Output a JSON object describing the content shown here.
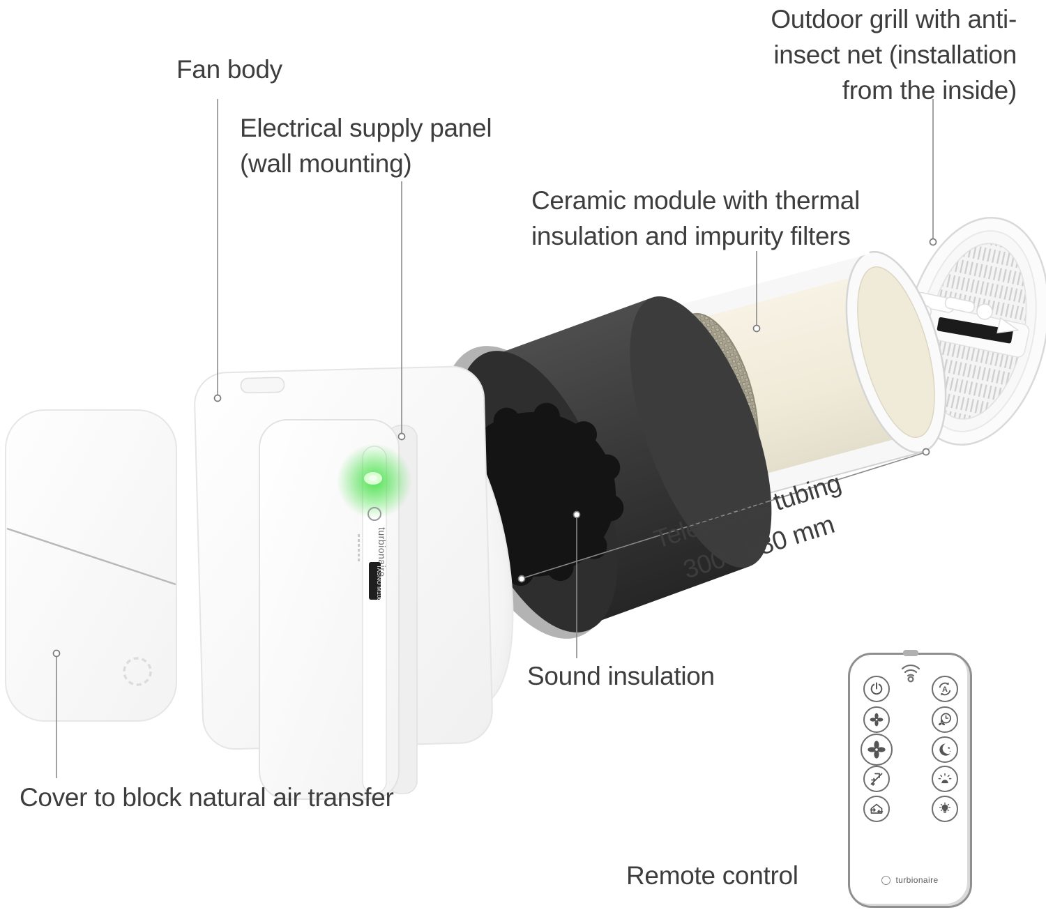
{
  "labels": {
    "outdoor_grill": "Outdoor grill with anti-insect net (installation from the inside)",
    "fan_body": "Fan body",
    "electrical_panel": "Electrical supply panel (wall mounting)",
    "ceramic_module": "Ceramic module with thermal insulation and impurity filters",
    "telescopic_tubing_line1": "Telescopic tubing",
    "telescopic_tubing_line2": "300 - 580 mm",
    "sound_insulation": "Sound insulation",
    "cover": "Cover to block natural air transfer",
    "remote_control": "Remote control"
  },
  "branding": {
    "device_logo": "turbionaire",
    "device_model_badge": "TASNO M100",
    "remote_logo": "turbionaire"
  },
  "remote": {
    "indicator_icon": "wifi-icon",
    "button_icons_left": [
      "power-icon",
      "fan-speed-low-icon",
      "fan-speed-high-icon",
      "ventilation-off-icon",
      "air-exchange-icon"
    ],
    "button_icons_right": [
      "auto-mode-icon",
      "timer-icon",
      "night-mode-icon",
      "alarm-icon",
      "light-icon"
    ]
  },
  "colors": {
    "led_green": "#4ade4b",
    "label_text": "#3d3d3d",
    "leader_line": "#8a8a8a",
    "sound_tube_dark": "#303030",
    "ceramic_cream": "#f2ecdc",
    "honeycomb": "#a8a291"
  }
}
